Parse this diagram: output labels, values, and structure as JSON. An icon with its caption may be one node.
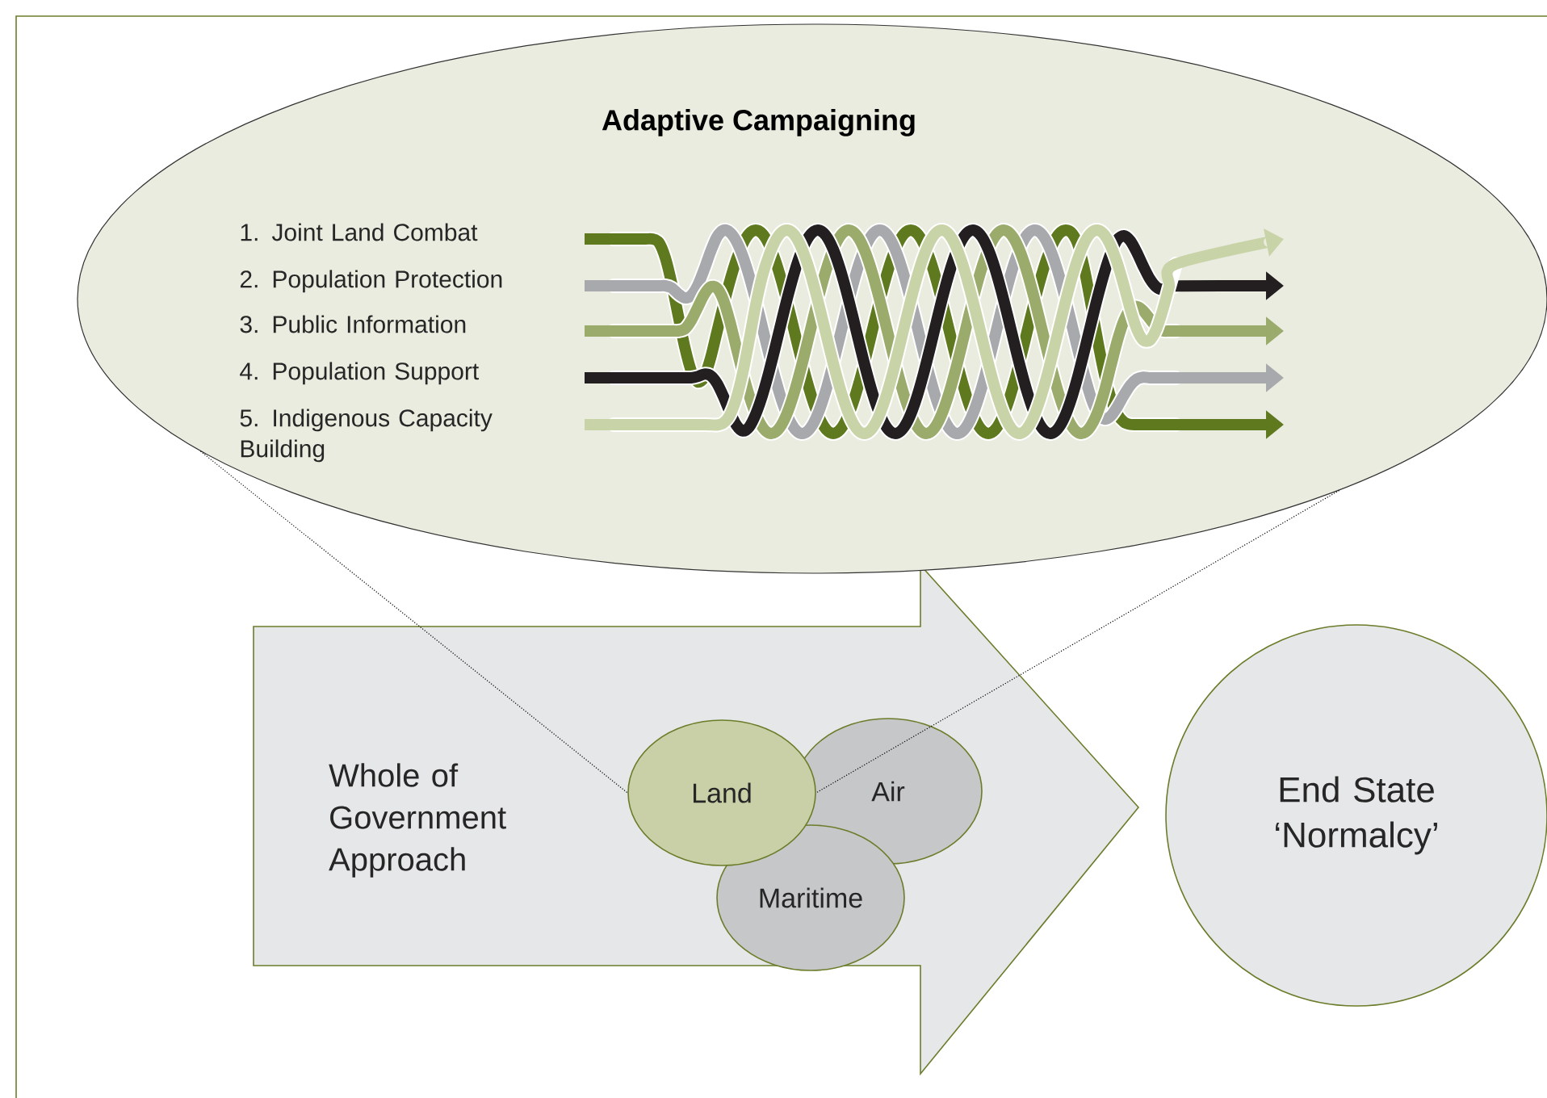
{
  "diagram": {
    "nodes": [
      {
        "text": [
          "Adaptive Campaigning"
        ]
      },
      {
        "text": [
          "Whole of Government Approach"
        ]
      },
      {
        "text": [
          "Land"
        ],
        "in": 1
      },
      {
        "text": [
          "Air"
        ],
        "in": 1
      },
      {
        "text": [
          "Maritime"
        ],
        "in": 1
      },
      {
        "text": [
          "End State ‘Normalcy’"
        ]
      }
    ],
    "edges": [
      {
        "from": 0,
        "to": 2,
        "arrow": "none",
        "style": "dashed"
      },
      {
        "from": 0,
        "to": 2,
        "arrow": "none",
        "style": "dashed"
      }
    ],
    "labels": [
      "1. Joint Land Combat",
      "2. Population Protection",
      "3. Public Information",
      "4. Population Support",
      "5. Indigenous Capacity Building"
    ]
  }
}
